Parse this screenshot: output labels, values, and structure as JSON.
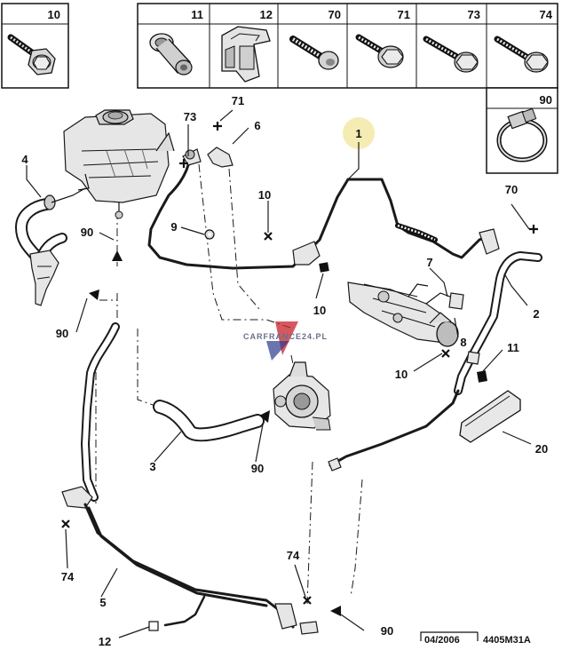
{
  "header_parts": [
    {
      "ref": "10",
      "name": "flange-bolt"
    },
    {
      "ref": "11",
      "name": "rivet-nut"
    },
    {
      "ref": "12",
      "name": "hose-clip"
    },
    {
      "ref": "70",
      "name": "stud-bolt"
    },
    {
      "ref": "71",
      "name": "hex-bolt"
    },
    {
      "ref": "73",
      "name": "hex-bolt-long"
    },
    {
      "ref": "74",
      "name": "hex-bolt-thread"
    },
    {
      "ref": "90",
      "name": "hose-clamp"
    }
  ],
  "callouts": {
    "c1": "1",
    "c2": "2",
    "c3": "3",
    "c4": "4",
    "c5": "5",
    "c6": "6",
    "c7": "7",
    "c8": "8",
    "c9": "9",
    "c10a": "10",
    "c10b": "10",
    "c10c": "10",
    "c11": "11",
    "c12": "12",
    "c20": "20",
    "c70": "70",
    "c71": "71",
    "c73": "73",
    "c74a": "74",
    "c74b": "74",
    "c90a": "90",
    "c90b": "90",
    "c90c": "90",
    "c90d": "90"
  },
  "watermark": "CARFRANCE24.PL",
  "footer": {
    "date": "04/2006",
    "code": "4405M31A"
  },
  "colors": {
    "ink": "#1a1a1a",
    "highlight": "#f3e9a6",
    "watermark_red": "#c8202a",
    "watermark_blue": "#2b3a8c"
  }
}
